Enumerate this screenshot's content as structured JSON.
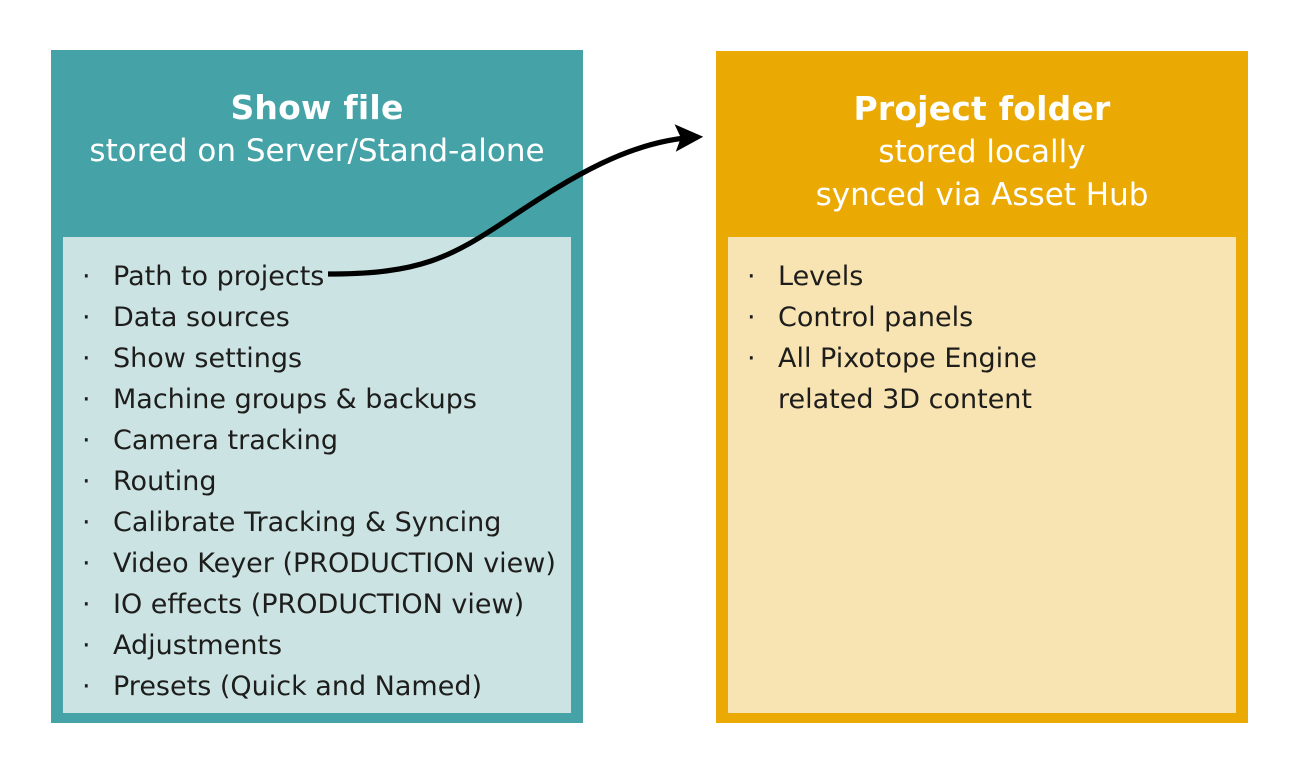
{
  "diagram": {
    "type": "two-box-comparison",
    "background_color": "#ffffff",
    "left_box": {
      "title": "Show file",
      "subtitle": "stored on Server/Stand-alone",
      "header_color": "#45a3a8",
      "body_color": "#cce3e4",
      "title_color": "#ffffff",
      "items": [
        {
          "text": "Path to projects",
          "continuation": ""
        },
        {
          "text": "Data sources",
          "continuation": ""
        },
        {
          "text": "Show settings",
          "continuation": ""
        },
        {
          "text": "Machine groups & backups",
          "continuation": ""
        },
        {
          "text": "Camera tracking",
          "continuation": ""
        },
        {
          "text": "Routing",
          "continuation": ""
        },
        {
          "text": "Calibrate Tracking & Syncing",
          "continuation": ""
        },
        {
          "text": "Video Keyer (PRODUCTION view)",
          "continuation": ""
        },
        {
          "text": "IO effects (PRODUCTION view)",
          "continuation": ""
        },
        {
          "text": "Adjustments",
          "continuation": ""
        },
        {
          "text": "Presets (Quick and Named)",
          "continuation": ""
        }
      ]
    },
    "right_box": {
      "title": "Project folder",
      "subtitle_line1": "stored locally",
      "subtitle_line2": "synced via Asset Hub",
      "header_color": "#eaa903",
      "body_color": "#f8e3b2",
      "title_color": "#ffffff",
      "items": [
        {
          "text": "Levels",
          "continuation": ""
        },
        {
          "text": "Control panels",
          "continuation": ""
        },
        {
          "text": "All Pixotope Engine",
          "continuation": "related 3D content"
        }
      ]
    },
    "connector": {
      "shape": "curved-arrow",
      "color": "#000000",
      "from_label": "Path to projects",
      "to_label": "Project folder"
    },
    "bullet_glyph": "·"
  }
}
